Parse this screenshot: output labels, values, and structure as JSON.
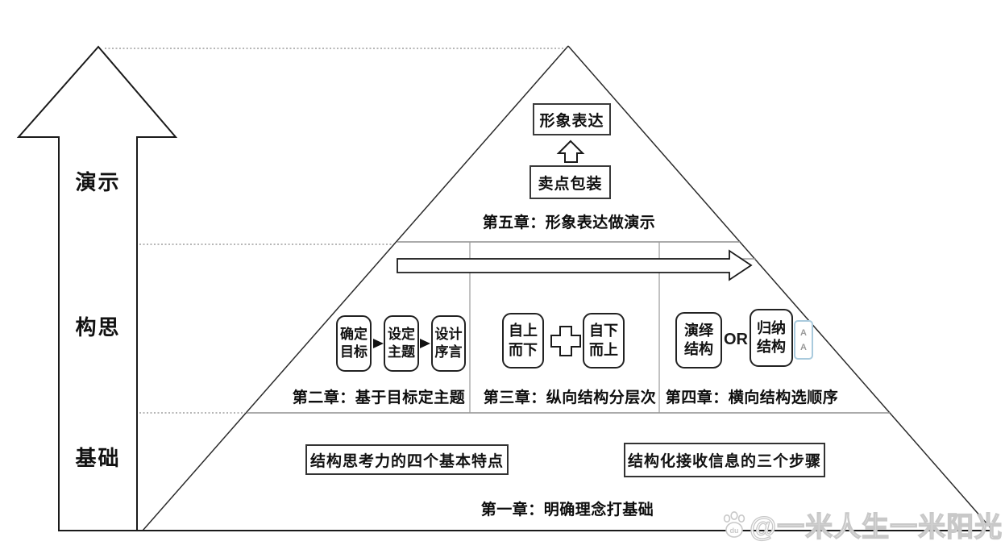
{
  "levels": {
    "top": "演示",
    "middle": "构思",
    "bottom": "基础"
  },
  "chapter5": {
    "box_top": "形象表达",
    "box_bottom": "卖点包装",
    "caption": "第五章：形象表达做演示"
  },
  "chapter2": {
    "steps": [
      "确定目标",
      "设定主题",
      "设计序言"
    ],
    "caption": "第二章：基于目标定主题"
  },
  "chapter3": {
    "boxes": [
      "自上而下",
      "自下而上"
    ],
    "caption": "第三章：纵向结构分层次"
  },
  "chapter4": {
    "boxes": [
      "演绎结构",
      "归纳结构"
    ],
    "connector": "OR",
    "caption": "第四章：横向结构选顺序"
  },
  "chapter1": {
    "box_left": "结构思考力的四个基本特点",
    "box_right": "结构化接收信息的三个步骤",
    "caption": "第一章：明确理念打基础"
  },
  "tooltip": {
    "glyphs": [
      "A",
      "A"
    ]
  },
  "watermark": {
    "badge": "du",
    "text": "@一米人生一米阳光"
  },
  "colors": {
    "line": "#1a1a1a",
    "gray_line": "#8f8f8f",
    "tooltip_border": "#a9cadd",
    "watermark": "#c8c8c8"
  }
}
